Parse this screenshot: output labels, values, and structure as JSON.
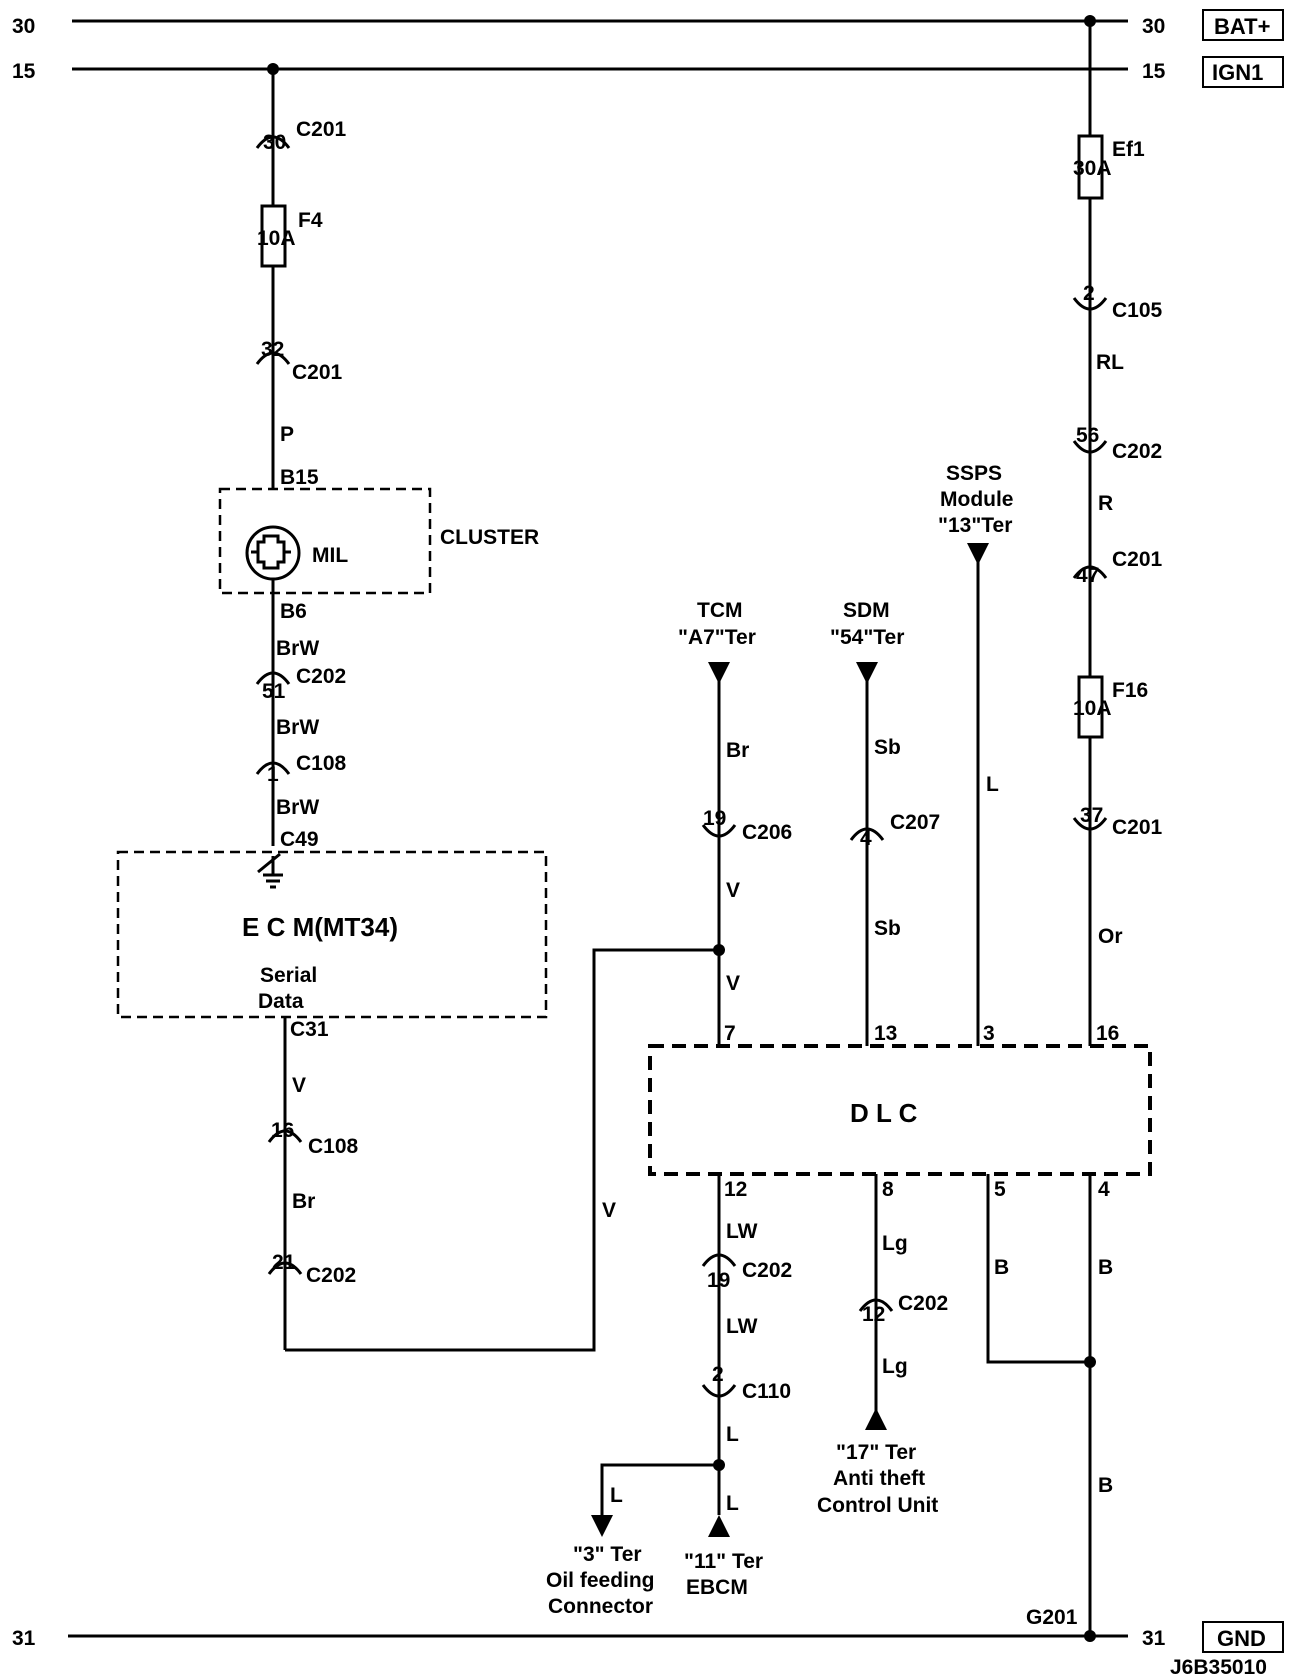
{
  "rails": {
    "bat_left": "30",
    "bat_right": "30",
    "bat_tag": "BAT+",
    "ign_left": "15",
    "ign_right": "15",
    "ign_tag": "IGN1",
    "gnd_left": "31",
    "gnd_right": "31",
    "gnd_tag": "GND"
  },
  "left": {
    "c201a_pin": "30",
    "c201a_label": "C201",
    "f4_label": "F4",
    "f4_rating": "10A",
    "c201b_pin": "32",
    "c201b_label": "C201",
    "wire_p": "P",
    "b15": "B15",
    "cluster": "CLUSTER",
    "mil": "MIL",
    "b6": "B6",
    "wire_brw1": "BrW",
    "c202a_pin": "51",
    "c202a_label": "C202",
    "wire_brw2": "BrW",
    "c108a_pin": "1",
    "c108a_label": "C108",
    "wire_brw3": "BrW",
    "c49": "C49",
    "ecm": "E C M(MT34)",
    "serial1": "Serial",
    "serial2": "Data",
    "c31": "C31",
    "wire_v1": "V",
    "c108b_pin": "16",
    "c108b_label": "C108",
    "wire_br": "Br",
    "c202b_pin": "21",
    "c202b_label": "C202",
    "wire_v_long": "V"
  },
  "tcm": {
    "name": "TCM",
    "term": "\"A7\"Ter",
    "wire_br": "Br",
    "c206_pin": "19",
    "c206_label": "C206",
    "wire_v1": "V",
    "wire_v2": "V",
    "dlc_pin": "7"
  },
  "sdm": {
    "name": "SDM",
    "term": "\"54\"Ter",
    "wire_sb1": "Sb",
    "c207_pin": "4",
    "c207_label": "C207",
    "wire_sb2": "Sb",
    "dlc_pin": "13"
  },
  "ssps": {
    "line1": "SSPS",
    "line2": "Module",
    "line3": "\"13\"Ter",
    "wire_l": "L",
    "dlc_pin": "3"
  },
  "right": {
    "ef1_label": "Ef1",
    "ef1_rating": "30A",
    "c105_pin": "2",
    "c105_label": "C105",
    "wire_rl": "RL",
    "c202_pin": "56",
    "c202_label": "C202",
    "wire_r": "R",
    "c201a_pin": "47",
    "c201a_label": "C201",
    "f16_label": "F16",
    "f16_rating": "10A",
    "c201b_pin": "37",
    "c201b_label": "C201",
    "wire_or": "Or",
    "dlc_pin": "16"
  },
  "dlc": {
    "label": "D L C"
  },
  "bottom": {
    "pin12": "12",
    "wire_lw1": "LW",
    "c202_pin": "19",
    "c202_label": "C202",
    "wire_lw2": "LW",
    "c110_pin": "2",
    "c110_label": "C110",
    "wire_l1": "L",
    "wire_l2": "L",
    "wire_l3": "L",
    "oil1": "\"3\" Ter",
    "oil2": "Oil feeding",
    "oil3": "Connector",
    "ebcm1": "\"11\" Ter",
    "ebcm2": "EBCM",
    "pin8": "8",
    "wire_lg1": "Lg",
    "c202b_pin": "12",
    "c202b_label": "C202",
    "wire_lg2": "Lg",
    "anti1": "\"17\" Ter",
    "anti2": "Anti theft",
    "anti3": "Control Unit",
    "pin5": "5",
    "pin4": "4",
    "wire_b1": "B",
    "wire_b2": "B",
    "wire_b3": "B",
    "g201": "G201"
  },
  "diagram_id": "J6B35010"
}
